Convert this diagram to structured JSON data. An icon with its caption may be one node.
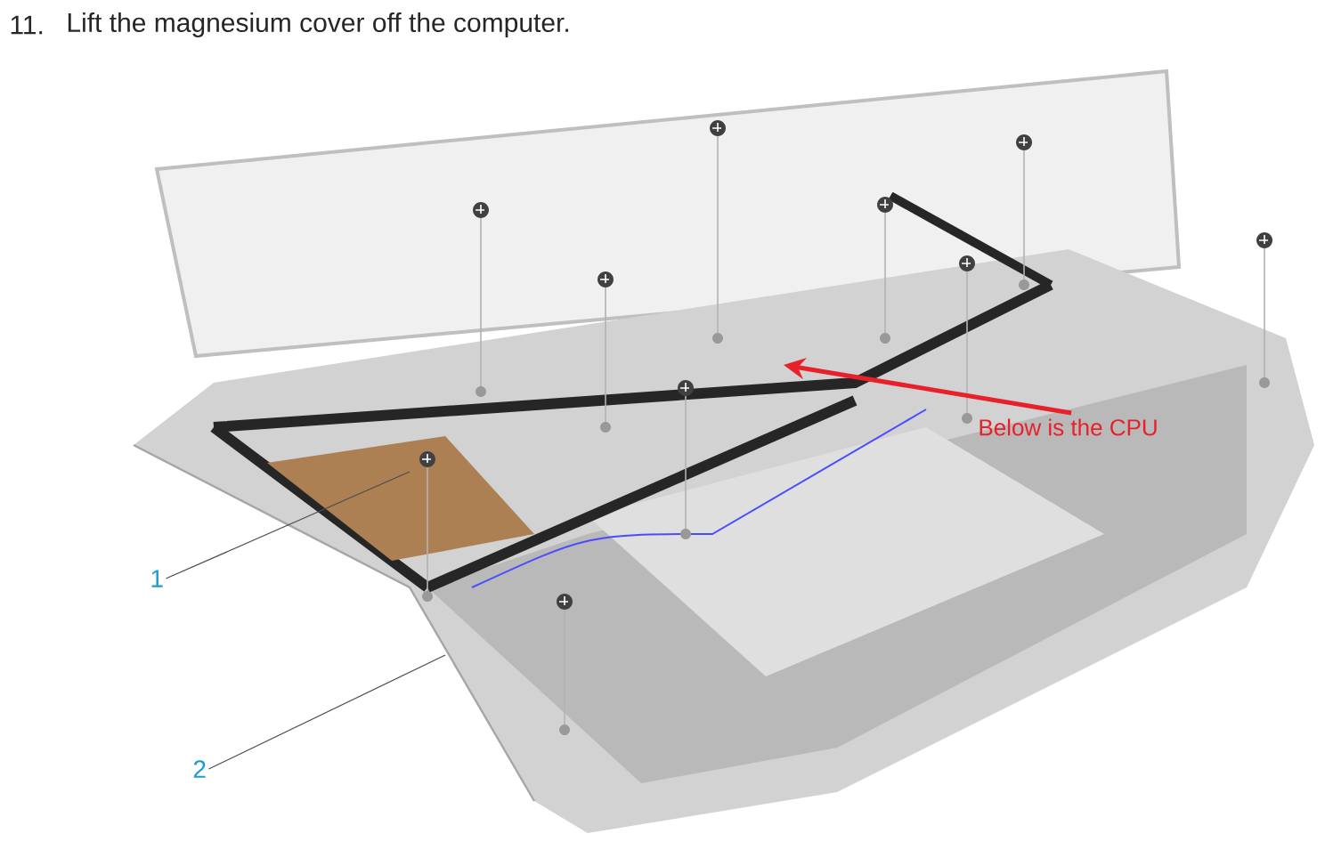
{
  "diagram": {
    "title": "Lift the magnesium cover off the computer.",
    "nodes": [
      {
        "text": [
          "1"
        ]
      },
      {
        "text": [
          "2"
        ]
      },
      {
        "text": [
          "Below is the CPU"
        ]
      }
    ],
    "edges": [
      {
        "from": 0,
        "to": null,
        "arrow": "none"
      },
      {
        "from": 1,
        "to": null,
        "arrow": "none"
      },
      {
        "from": 2,
        "to": null,
        "arrow": "to",
        "style": "thick",
        "color": "#e8202a"
      }
    ],
    "labels": [
      "11."
    ]
  }
}
